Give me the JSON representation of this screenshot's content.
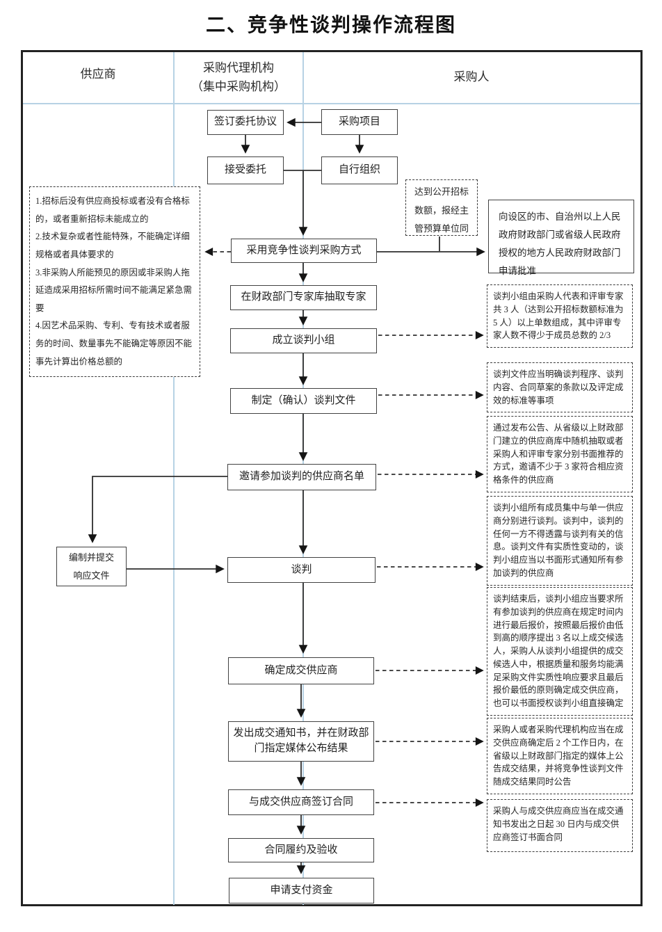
{
  "title": "二、竞争性谈判操作流程图",
  "lanes": {
    "supplier": "供应商",
    "agency": "采购代理机构\n（集中采购机构）",
    "purchaser": "采购人"
  },
  "nodes": {
    "sign_agreement": "签订委托协议",
    "procurement_project": "采购项目",
    "accept_entrustment": "接受委托",
    "self_organize": "自行组织",
    "adopt_method": "采用竞争性谈判采购方式",
    "extract_experts": "在财政部门专家库抽取专家",
    "form_group": "成立谈判小组",
    "make_documents": "制定（确认）谈判文件",
    "invite_list": "邀请参加谈判的供应商名单",
    "prepare_response": "编制并提交\n响应文件",
    "negotiate": "谈判",
    "determine_supplier": "确定成交供应商",
    "issue_notice": "发出成交通知书，并在财政部门指定媒体公布结果",
    "sign_contract": "与成交供应商签订合同",
    "perform_contract": "合同履约及验收",
    "apply_payment": "申请支付资金",
    "apply_approval": "向设区的市、自治州以上人民政府财政部门或省级人民政府授权的地方人民政府财政部门申请批准"
  },
  "annotations": {
    "conditions": {
      "items": [
        "1.招标后没有供应商投标或者没有合格标的，或者重新招标未能成立的",
        "2.技术复杂或者性能特殊，不能确定详细规格或者具体要求的",
        "3.非采购人所能预见的原因或非采购人拖延造成采用招标所需时间不能满足紧急需要",
        "4.因艺术品采购、专利、专有技术或者服务的时间、数量事先不能确定等原因不能事先计算出价格总额的"
      ]
    },
    "threshold": "达到公开招标\n数额，报经主\n管预算单位同",
    "group_composition": "谈判小组由采购人代表和评审专家共 3 人（达到公开招标数额标准为 5 人）以上单数组成，其中评审专家人数不得少于成员总数的 2/3",
    "doc_requirements": "谈判文件应当明确谈判程序、谈判内容、合同草案的条款以及评定成效的标准等事项",
    "invitation_method": "通过发布公告、从省级以上财政部门建立的供应商库中随机抽取或者采购人和评审专家分别书面推荐的方式，邀请不少于 3 家符合相应资格条件的供应商",
    "negotiation_rules": "谈判小组所有成员集中与单一供应商分别进行谈判。谈判中，谈判的任何一方不得透露与谈判有关的信息。谈判文件有实质性变动的，谈判小组应当以书面形式通知所有参加谈判的供应商",
    "final_quote": "谈判结束后，谈判小组应当要求所有参加谈判的供应商在规定时间内进行最后报价，按照最后报价由低到高的顺序提出 3 名以上成交候选人，采购人从谈判小组提供的成交候选人中，根据质量和服务均能满足采购文件实质性响应要求且最后报价最低的原则确定成交供应商，也可以书面授权谈判小组直接确定",
    "announce_result": "采购人或者采购代理机构应当在成交供应商确定后 2 个工作日内，在省级以上财政部门指定的媒体上公告成交结果，并将竞争性谈判文件随成交结果同时公告",
    "sign_within_30": "采购人与成交供应商应当在成交通知书发出之日起 30 日内与成交供应商签订书面合同"
  },
  "colors": {
    "lane_line_blue": "#b7d2e4",
    "border_black": "#222222"
  }
}
